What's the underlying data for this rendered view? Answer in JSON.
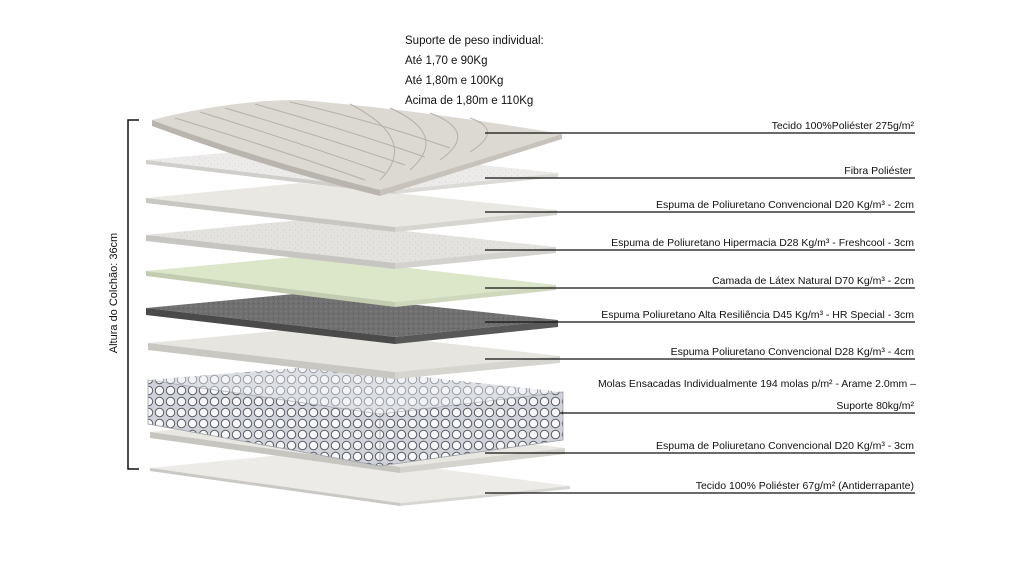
{
  "weight_support": {
    "title": "Suporte de peso individual:",
    "lines": [
      "Até 1,70 e 90Kg",
      "Até 1,80m e 100Kg",
      "Acima de 1,80m e 110Kg"
    ]
  },
  "height_label": "Altura do Colchão: 36cm",
  "layers": [
    {
      "label": "Tecido 100%Poliéster 275g/m²",
      "color": "#dcd8d2"
    },
    {
      "label": "Fibra Poliéster",
      "color": "#ecebea"
    },
    {
      "label": "Espuma de Poliuretano Convencional D20 Kg/m³ - 2cm",
      "color": "#e9e8e3"
    },
    {
      "label": "Espuma de Poliuretano Hipermacia D28 Kg/m³ - Freshcool - 3cm",
      "color": "#e3e2de"
    },
    {
      "label": "Camada de Látex Natural D70 Kg/m³ - 2cm",
      "color": "#dce6c9"
    },
    {
      "label": "Espuma Poliuretano Alta Resiliência D45 Kg/m³ - HR Special - 3cm",
      "color": "#707070"
    },
    {
      "label": "Espuma Poliuretano Convencional D28 Kg/m³ - 4cm",
      "color": "#e6e5e0"
    },
    {
      "label_line1": "Molas Ensacadas Individualmente 194 molas p/m² - Arame 2.0mm –",
      "label_line2": "Suporte 80kg/m²",
      "color": "#eceef3"
    },
    {
      "label": "Espuma de Poliuretano Convencional D20 Kg/m³ - 3cm",
      "color": "#e8e7e2"
    },
    {
      "label": "Tecido 100% Poliéster 67g/m² (Antiderrapante)",
      "color": "#ecebe8"
    }
  ]
}
